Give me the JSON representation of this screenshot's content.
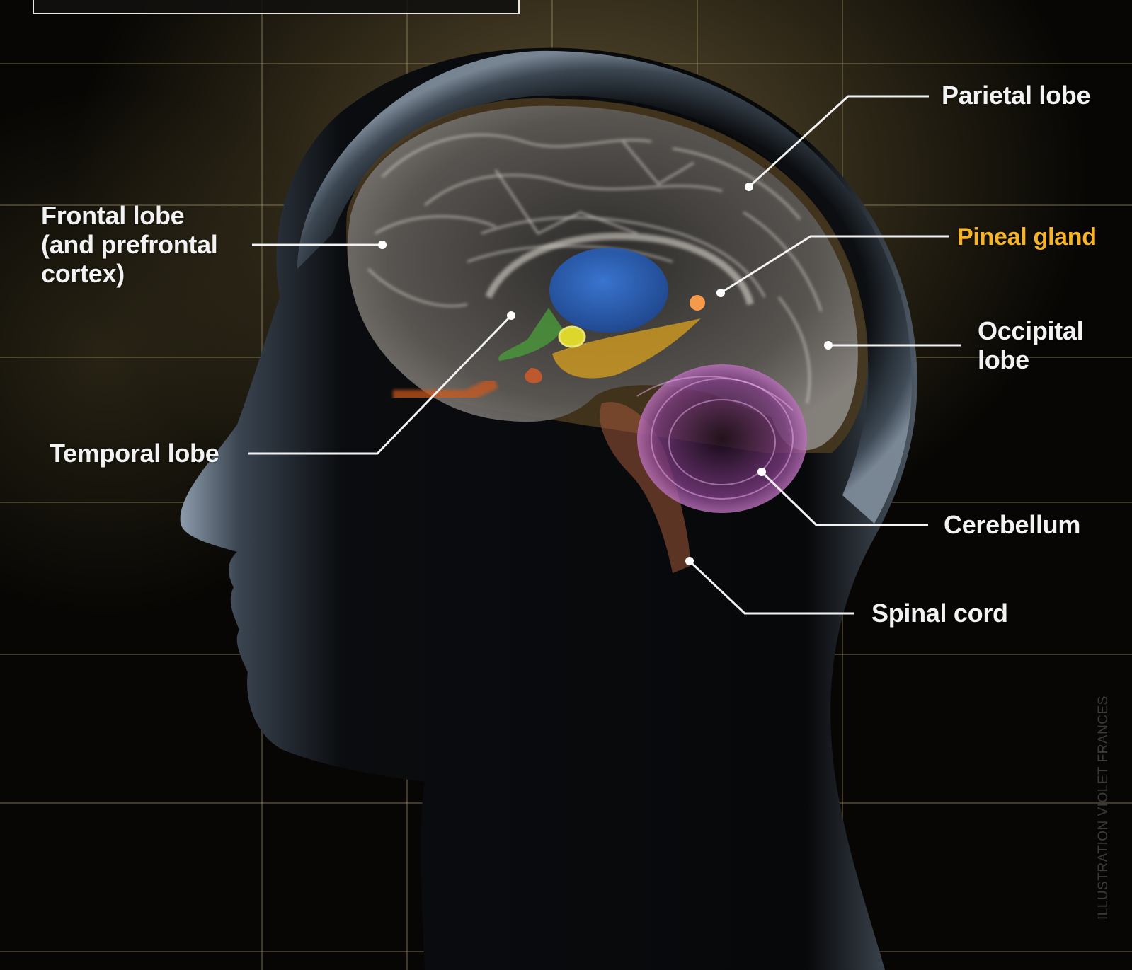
{
  "figure": {
    "subject": "Human brain anatomy, side view inside head silhouette",
    "highlight_color": "#f5b32a",
    "label_color": "#f2f2f2"
  },
  "labels": {
    "parietal": "Parietal lobe",
    "frontal_line1": "Frontal lobe",
    "frontal_line2": "(and prefrontal",
    "frontal_line3": "cortex)",
    "pineal": "Pineal gland",
    "occipital_line1": "Occipital",
    "occipital_line2": "lobe",
    "temporal": "Temporal lobe",
    "cerebellum": "Cerebellum",
    "spinal": "Spinal cord"
  },
  "credit": "ILLUSTRATION VIOLET FRANCES",
  "structures": [
    {
      "name": "thalamus",
      "color": "#2f6fd0"
    },
    {
      "name": "pineal-gland",
      "color": "#f59a4a"
    },
    {
      "name": "hippocampus",
      "color": "#d9a21e"
    },
    {
      "name": "amygdala",
      "color": "#e6e02a"
    },
    {
      "name": "hypothalamus",
      "color": "#4a9a3a"
    },
    {
      "name": "cerebellum",
      "color": "#c060c0"
    },
    {
      "name": "brainstem",
      "color": "#c07050"
    }
  ]
}
